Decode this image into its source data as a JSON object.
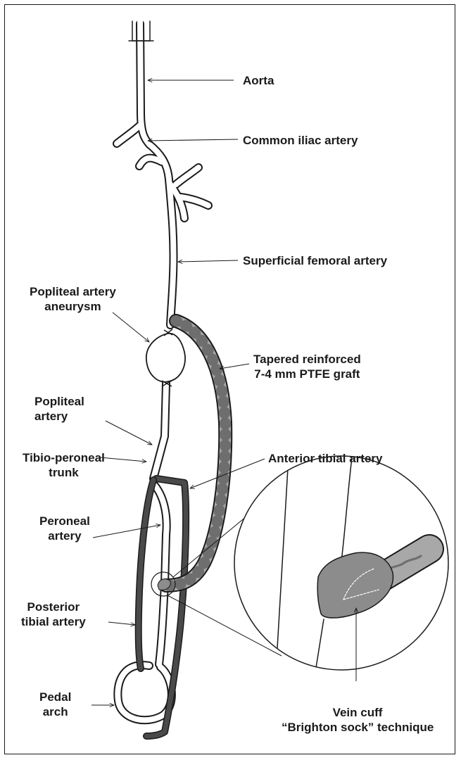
{
  "colors": {
    "vessel_outline": "#1a1a1a",
    "dark_vessel": "#4a4a4a",
    "graft_fill": "#a8a8a8",
    "graft_stripe": "#6e6e6e",
    "cuff_fill": "#8c8c8c",
    "background": "#ffffff"
  },
  "labels": {
    "aorta": "Aorta",
    "common_iliac": "Common iliac artery",
    "sfa": "Superficial femoral artery",
    "aneurysm": [
      "Popliteal artery",
      "aneurysm"
    ],
    "graft": [
      "Tapered reinforced",
      "7-4 mm PTFE graft"
    ],
    "popliteal": [
      "Popliteal",
      "artery"
    ],
    "anterior_tibial": "Anterior tibial artery",
    "tibio_peroneal": [
      "Tibio-peroneal",
      "trunk"
    ],
    "peroneal": [
      "Peroneal",
      "artery"
    ],
    "posterior_tibial": [
      "Posterior",
      "tibial artery"
    ],
    "pedal": [
      "Pedal",
      "arch"
    ],
    "vein_cuff": [
      "Vein cuff",
      "“Brighton sock” technique"
    ]
  }
}
